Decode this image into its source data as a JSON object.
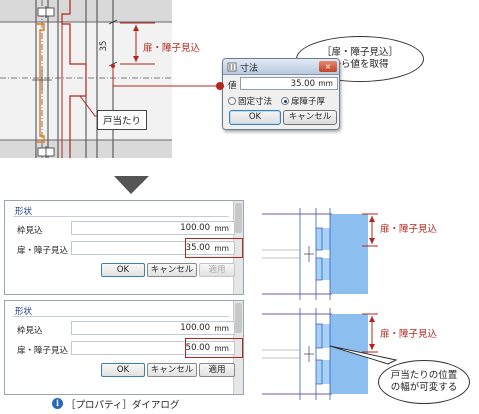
{
  "top": {
    "dimension_text": "35",
    "label_opening_depth": "扉・障子見込",
    "label_doorstop": "戸当たり",
    "bubble_line1": "［扉・障子見込］",
    "bubble_line2": "から値を取得"
  },
  "size_dialog": {
    "title": "寸法",
    "close_glyph": "×",
    "value_label": "値",
    "value": "35.00",
    "unit": "mm",
    "radio_fixed": "固定寸法",
    "radio_door_thickness": "扉障子厚",
    "selected": "扉障子厚",
    "ok_label": "OK",
    "cancel_label": "キャンセル"
  },
  "panel_a": {
    "section_title": "形状",
    "row1_label": "枠見込",
    "row1_value": "100.00",
    "row1_unit": "mm",
    "row2_label": "扉・障子見込",
    "row2_value": "35.00",
    "row2_unit": "mm",
    "ok_label": "OK",
    "cancel_label": "キャンセル",
    "apply_label": "適用"
  },
  "panel_b": {
    "section_title": "形状",
    "row1_label": "枠見込",
    "row1_value": "100.00",
    "row1_unit": "mm",
    "row2_label": "扉・障子見込",
    "row2_value": "50.00",
    "row2_unit": "mm",
    "ok_label": "OK",
    "cancel_label": "キャンセル",
    "apply_label": "適用"
  },
  "diagram_a": {
    "label": "扉・障子見込"
  },
  "diagram_b": {
    "label": "扉・障子見込",
    "bubble_line1": "戸当たりの位置",
    "bubble_line2": "の幅が可変する"
  },
  "caption": {
    "icon_glyph": "i",
    "text": "［プロパティ］ダイアログ"
  },
  "colors": {
    "annotation_red": "#b3261e",
    "door_blue": "#5fa4e6",
    "frame_orange": "#e07b1f",
    "frame_purple": "#8a4fa8",
    "dialog_blue": "#c8d6e8"
  }
}
